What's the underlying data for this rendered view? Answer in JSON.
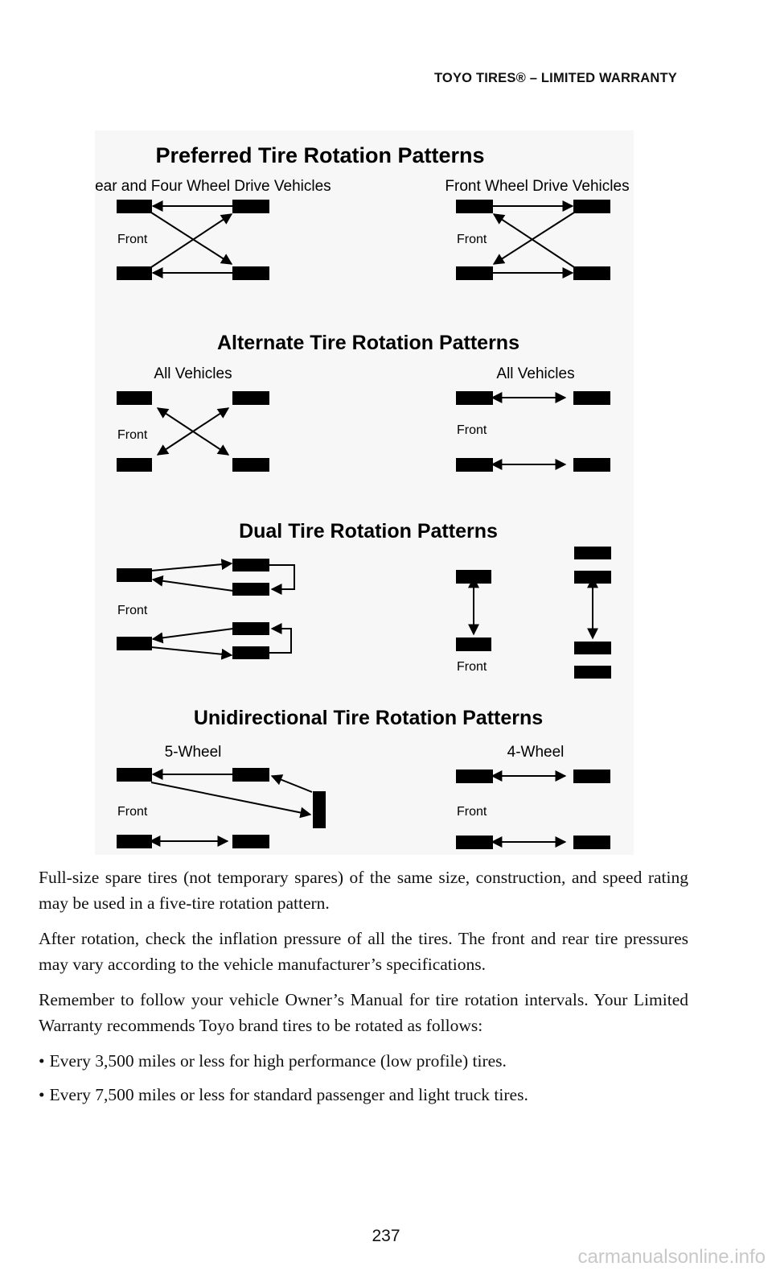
{
  "header": {
    "title": "TOYO TIRES® – LIMITED WARRANTY"
  },
  "figure": {
    "sections": [
      {
        "title": "Preferred Tire Rotation Patterns",
        "left_label": "Rear and Four Wheel Drive Vehicles",
        "right_label": "Front Wheel Drive Vehicles",
        "left_front": "Front",
        "right_front": "Front"
      },
      {
        "title": "Alternate Tire Rotation Patterns",
        "left_label": "All Vehicles",
        "right_label": "All Vehicles",
        "left_front": "Front",
        "right_front": "Front"
      },
      {
        "title": "Dual Tire Rotation Patterns",
        "left_front": "Front",
        "right_front": "Front"
      },
      {
        "title": "Unidirectional Tire Rotation Patterns",
        "left_label": "5-Wheel",
        "right_label": "4-Wheel",
        "left_front": "Front",
        "right_front": "Front"
      }
    ]
  },
  "body": {
    "paragraphs": [
      "Full-size spare tires (not temporary spares) of the same size, construction, and speed rating may be used in a five-tire rotation pattern.",
      "After rotation, check the inflation pressure of all the tires. The front and rear tire pressures may vary according to the vehicle manufacturer’s specifications.",
      "Remember to follow your vehicle Owner’s Manual for tire rotation intervals. Your Limited Warranty recommends Toyo brand tires to be rotated as follows:"
    ],
    "bullet_symbol": "•",
    "bullets": [
      "Every 3,500 miles or less for high performance (low profile) tires.",
      "Every 7,500 miles or less for standard passenger and light truck tires."
    ]
  },
  "page_number": "237",
  "watermark": "carmanualsonline.info"
}
